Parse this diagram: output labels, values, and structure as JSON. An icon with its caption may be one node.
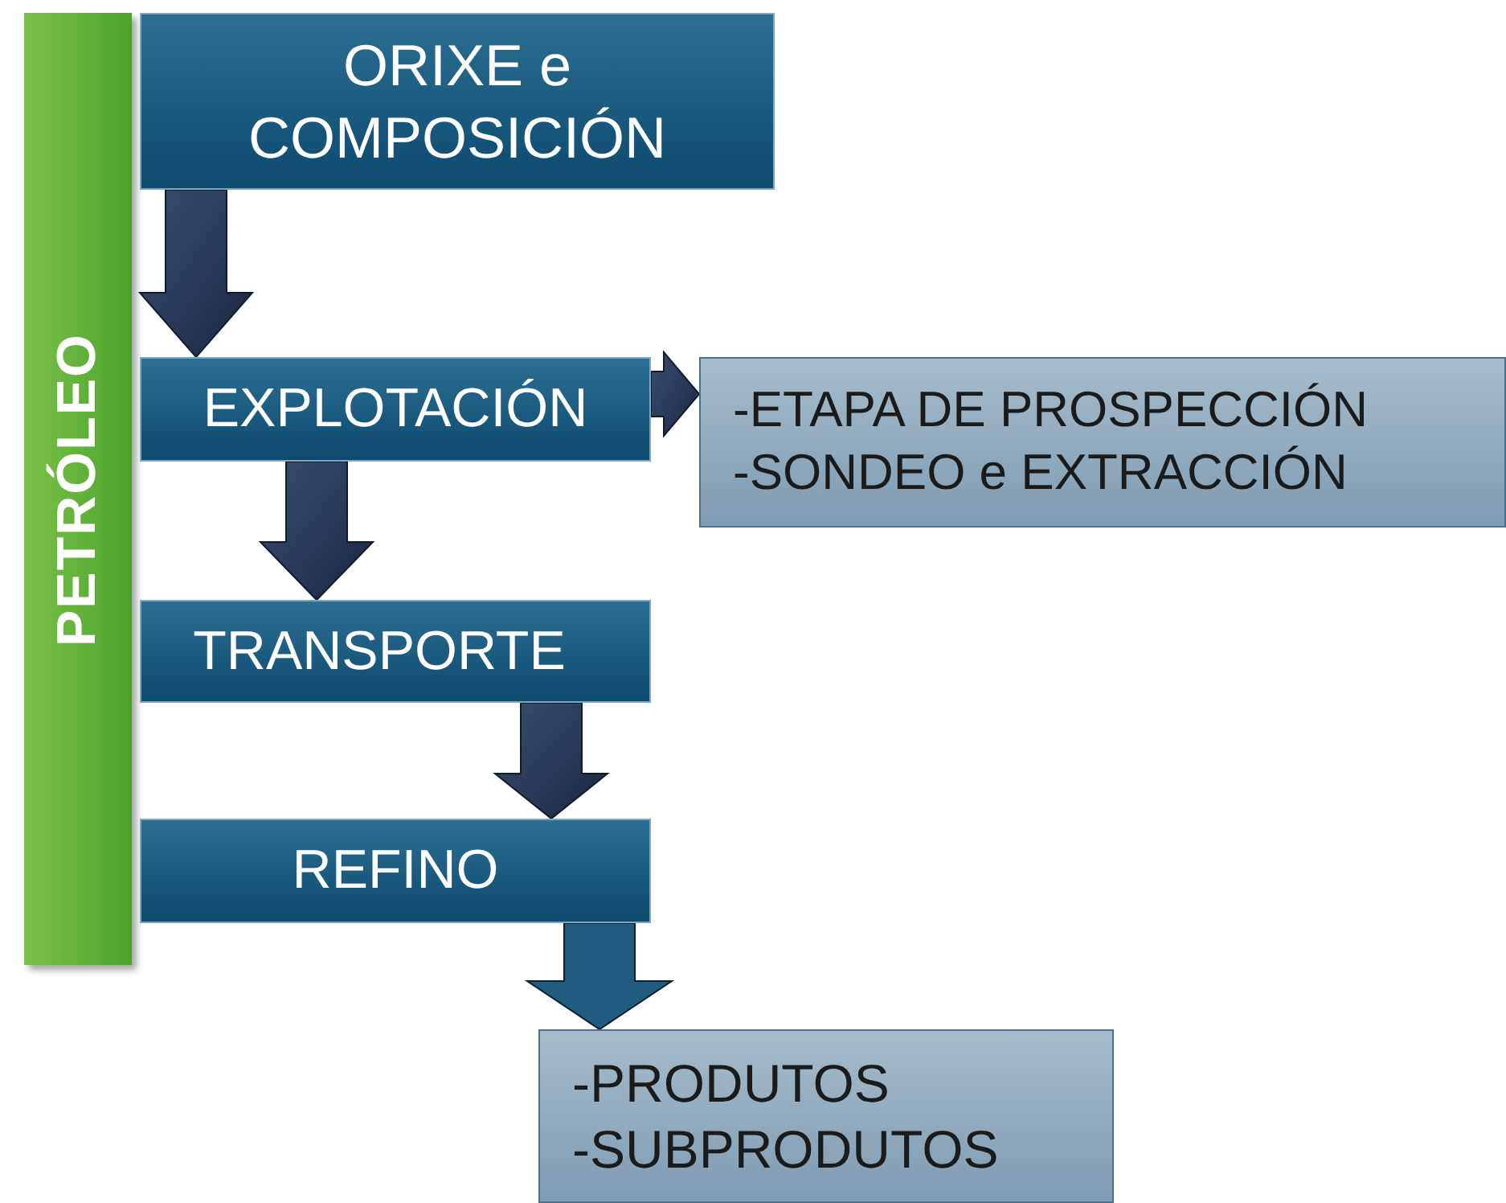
{
  "diagram": {
    "nodes": [
      {
        "text": [
          "PETRÓLEO"
        ]
      },
      {
        "text": [
          "ORIXE e COMPOSICIÓN"
        ]
      },
      {
        "text": [
          "EXPLOTACIÓN"
        ]
      },
      {
        "text": [
          "-ETAPA DE PROSPECCIÓN",
          "-SONDEO  e EXTRACCIÓN"
        ]
      },
      {
        "text": [
          "TRANSPORTE"
        ]
      },
      {
        "text": [
          "REFINO"
        ]
      },
      {
        "text": [
          "-PRODUTOS",
          "-SUBPRODUTOS"
        ]
      }
    ],
    "edges": [
      {
        "from": 1,
        "to": 2,
        "arrow": "to"
      },
      {
        "from": 2,
        "to": 3,
        "arrow": "to"
      },
      {
        "from": 2,
        "to": 4,
        "arrow": "to"
      },
      {
        "from": 4,
        "to": 5,
        "arrow": "to"
      },
      {
        "from": 5,
        "to": 6,
        "arrow": "to",
        "color": "#1f5c7f"
      }
    ]
  }
}
